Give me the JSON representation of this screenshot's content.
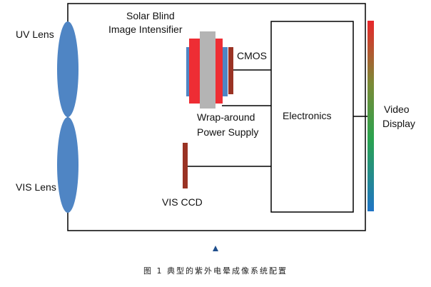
{
  "diagram": {
    "labels": {
      "uv_lens": "UV Lens",
      "vis_lens": "VIS Lens",
      "intensifier_line1": "Solar Blind",
      "intensifier_line2": "Image Intensifier",
      "cmos": "CMOS",
      "power_line1": "Wrap-around",
      "power_line2": "Power Supply",
      "electronics": "Electronics",
      "display_line1": "Video",
      "display_line2": "Display",
      "vis_ccd": "VIS CCD"
    },
    "caption": "图 1  典型的紫外电晕成像系统配置",
    "colors": {
      "lens": "#4f85c4",
      "intensifier_red": "#ee2d34",
      "intensifier_gray": "#b4b4b4",
      "sensor_brown": "#9a3324",
      "line": "#000000",
      "display_gradient": [
        "#e8262b",
        "#7b8a36",
        "#2aa34f",
        "#1f74c6"
      ],
      "caption_marker": "#1f4e8c"
    }
  }
}
